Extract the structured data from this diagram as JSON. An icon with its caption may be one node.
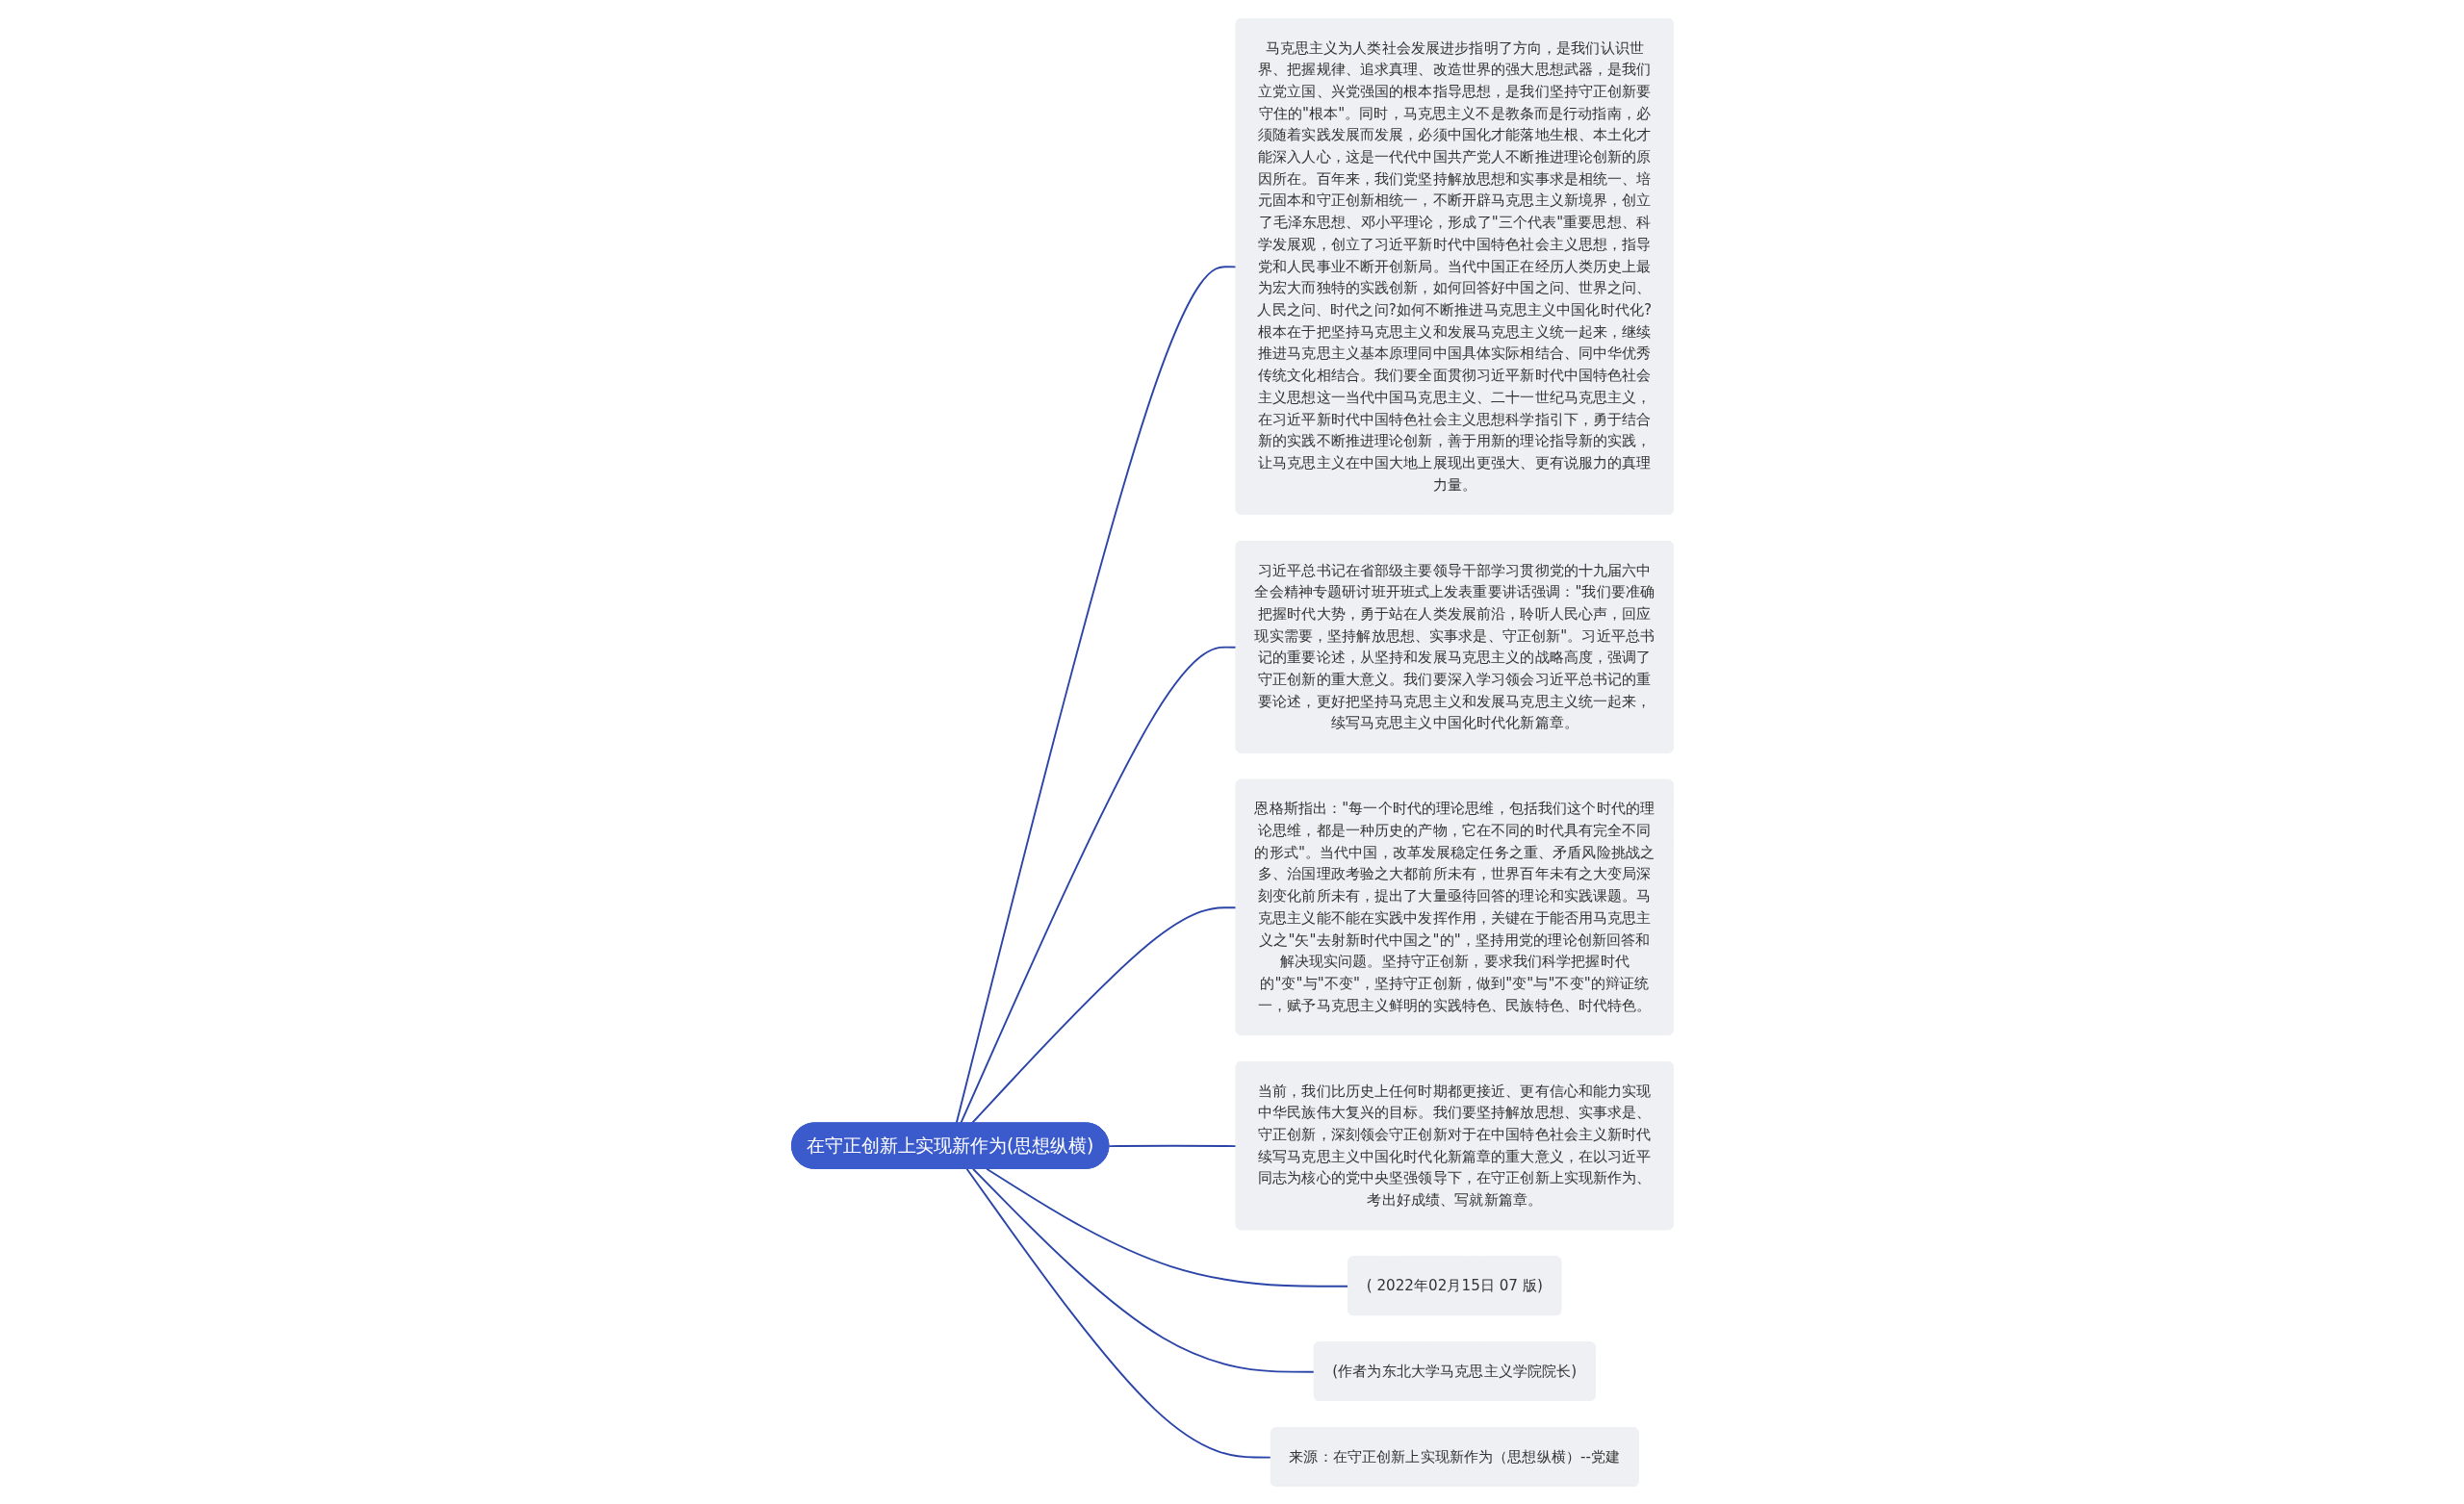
{
  "diagram": {
    "nodes": [
      {
        "text": [
          "在守正创新上实现新作为(思想纵横)"
        ]
      },
      {
        "text": [
          "马克思主义为人类社会发展进步指明了方向，是我们认识世界、把握规律、追求真理、改造世界的强大思想武器，是我们立党立国、兴党强国的根本指导思想，是我们坚持守正创新要守住的\"根本\"。同时，马克思主义不是教条而是行动指南，必须随着实践发展而发展，必须中国化才能落地生根、本土化才能深入人心，这是一代代中国共产党人不断推进理论创新的原因所在。百年来，我们党坚持解放思想和实事求是相统一、培元固本和守正创新相统一，不断开辟马克思主义新境界，创立了毛泽东思想、邓小平理论，形成了\"三个代表\"重要思想、科学发展观，创立了习近平新时代中国特色社会主义思想，指导党和人民事业不断开创新局。当代中国正在经历人类历史上最为宏大而独特的实践创新，如何回答好中国之问、世界之问、人民之问、时代之问?如何不断推进马克思主义中国化时代化?根本在于把坚持马克思主义和发展马克思主义统一起来，继续推进马克思主义基本原理同中国具体实际相结合、同中华优秀传统文化相结合。我们要全面贯彻习近平新时代中国特色社会主义思想这一当代中国马克思主义、二十一世纪马克思主义，在习近平新时代中国特色社会主义思想科学指引下，勇于结合新的实践不断推进理论创新，善于用新的理论指导新的实践，让马克思主义在中国大地上展现出更强大、更有说服力的真理力量。"
        ]
      },
      {
        "text": [
          "习近平总书记在省部级主要领导干部学习贯彻党的十九届六中全会精神专题研讨班开班式上发表重要讲话强调：\"我们要准确把握时代大势，勇于站在人类发展前沿，聆听人民心声，回应现实需要，坚持解放思想、实事求是、守正创新\"。习近平总书记的重要论述，从坚持和发展马克思主义的战略高度，强调了守正创新的重大意义。我们要深入学习领会习近平总书记的重要论述，更好把坚持马克思主义和发展马克思主义统一起来，续写马克思主义中国化时代化新篇章。"
        ]
      },
      {
        "text": [
          "恩格斯指出：\"每一个时代的理论思维，包括我们这个时代的理论思维，都是一种历史的产物，它在不同的时代具有完全不同的形式\"。当代中国，改革发展稳定任务之重、矛盾风险挑战之多、治国理政考验之大都前所未有，世界百年未有之大变局深刻变化前所未有，提出了大量亟待回答的理论和实践课题。马克思主义能不能在实践中发挥作用，关键在于能否用马克思主义之\"矢\"去射新时代中国之\"的\"，坚持用党的理论创新回答和解决现实问题。坚持守正创新，要求我们科学把握时代的\"变\"与\"不变\"，坚持守正创新，做到\"变\"与\"不变\"的辩证统一，赋予马克思主义鲜明的实践特色、民族特色、时代特色。"
        ]
      },
      {
        "text": [
          "当前，我们比历史上任何时期都更接近、更有信心和能力实现中华民族伟大复兴的目标。我们要坚持解放思想、实事求是、守正创新，深刻领会守正创新对于在中国特色社会主义新时代续写马克思主义中国化时代化新篇章的重大意义，在以习近平同志为核心的党中央坚强领导下，在守正创新上实现新作为、考出好成绩、写就新篇章。"
        ]
      },
      {
        "text": [
          "( 2022年02月15日 07 版)"
        ]
      },
      {
        "text": [
          "(作者为东北大学马克思主义学院院长)"
        ]
      },
      {
        "text": [
          "来源：在守正创新上实现新作为（思想纵横）--党建"
        ]
      }
    ],
    "edges": [
      {
        "from": 0,
        "to": 1,
        "arrow": "none"
      },
      {
        "from": 0,
        "to": 2,
        "arrow": "none"
      },
      {
        "from": 0,
        "to": 3,
        "arrow": "none"
      },
      {
        "from": 0,
        "to": 4,
        "arrow": "none"
      },
      {
        "from": 0,
        "to": 5,
        "arrow": "none"
      },
      {
        "from": 0,
        "to": 6,
        "arrow": "none"
      },
      {
        "from": 0,
        "to": 7,
        "arrow": "none"
      }
    ]
  }
}
